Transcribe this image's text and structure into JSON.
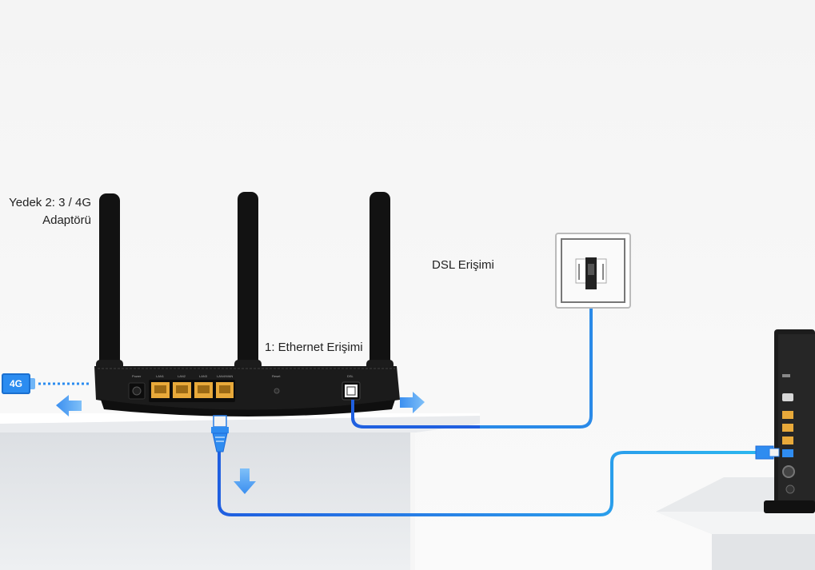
{
  "labels": {
    "backup": "Yedek 2: 3 / 4G Adaptörü",
    "dsl": "DSL Erişimi",
    "ethernet": "1: Ethernet Erişimi"
  },
  "badge": {
    "text": "4G"
  },
  "router_ports": {
    "power": "Power",
    "lan1": "LAN1",
    "lan2": "LAN2",
    "lan3": "LAN3",
    "lan4wan": "LAN4/WAN",
    "reset": "Reset",
    "dsl": "DSL"
  },
  "colors": {
    "cable_light": "#2bb6ef",
    "cable_dark": "#1f5fe0",
    "arrow": "#3b96f2",
    "router": "#1a1a1a",
    "port_yellow": "#e8a93a"
  },
  "icons": [
    "4g-adapter-icon",
    "arrow-left-icon",
    "arrow-right-icon",
    "arrow-down-icon",
    "wall-jack-icon",
    "ethernet-plug-icon",
    "modem-icon"
  ]
}
